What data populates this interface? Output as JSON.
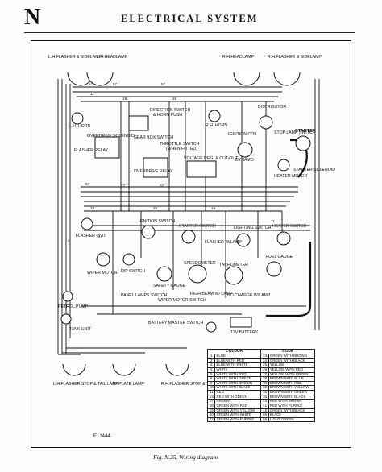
{
  "page": {
    "section_letter": "N",
    "header": "ELECTRICAL SYSTEM",
    "caption": "Fig. N.25.  Wiring diagram.",
    "drawing_ref": "E. 1444."
  },
  "components": {
    "lh_headlamp_group": "L.H.FLASHER & SIDELAMP",
    "lh_headlamp": "L.H.HEADLAMP",
    "rh_headlamp": "R.H.HEADLAMP",
    "rh_flasher_group": "R.H.FLASHER & SIDELAMP",
    "lh_horn": "L.H. HORN",
    "rh_horn": "R.H. HORN",
    "direction_switch": "DIRECTION SWITCH",
    "horn_push": "& HORN PUSH",
    "distributor": "DISTRIBUTOR",
    "ignition_coil": "IGNITION COIL",
    "stop_lamp_switch": "STOP LAMP SWITCH",
    "starter": "STARTER",
    "overdrive_solenoid": "OVERDRIVE SOLENOID",
    "gear_box_switch": "GEAR BOX SWITCH",
    "throttle_switch": "THROTTLE SWITCH",
    "when_fitted": "(WHEN FITTED)",
    "flasher_relay": "FLASHER RELAY",
    "dynamo": "DYNAMO",
    "heater_motor": "HEATER MOTOR",
    "starter_solenoid": "STARTER SOLENOID",
    "overdrive_relay": "OVERDRIVE RELAY",
    "voltage_reg": "VOLTAGE REG. & CUT-OUT",
    "flasher_unit": "FLASHER UNIT",
    "ignition_switch": "IGNITION SWITCH",
    "starter_switch": "STARTER SWITCH",
    "flasher_warning": "FLASHER W/LAMP",
    "lighting_switch": "LIGHTING SWITCH",
    "heater_switch": "HEATER SWITCH",
    "wiper_motor": "WIPER MOTOR",
    "dip_switch": "DIP SWITCH",
    "safety_gauge": "SAFETY GAUGE",
    "speedometer": "SPEEDOMETER",
    "tachometer": "TACHOMETER",
    "fuel_gauge": "FUEL GAUGE",
    "petrol_pump": "PETROL PUMP",
    "panel_lamps_switch": "PANEL LAMPS SWITCH",
    "wiper_motor_switch": "WIPER MOTOR SWITCH",
    "high_beam_lamp": "HIGH BEAM W/ LAMP",
    "no_charge_lamp": "NO CHARGE W/LAMP",
    "tank_unit": "TANK UNIT",
    "battery_master_switch": "BATTERY MASTER SWITCH",
    "battery": "12V BATTERY",
    "lh_rear": "L.H.FLASHER STOP & TAIL LAMP",
    "plate_lamp": "Nº PLATE LAMP",
    "rh_rear": "R.H.FLASHER STOP & TAIL LAMP"
  },
  "colour_code": {
    "title": "COLOUR",
    "title2": "CODE",
    "rows": [
      {
        "n1": "1",
        "c1": "BLUE",
        "n2": "23",
        "c2": "GREEN WITH BROWN"
      },
      {
        "n1": "2",
        "c1": "BLUE WITH RED",
        "n2": "24",
        "c2": "GREEN WITH BLACK"
      },
      {
        "n1": "3",
        "c1": "BLUE WITH WHITE",
        "n2": "25",
        "c2": "YELLOW"
      },
      {
        "n1": "4",
        "c1": "WHITE",
        "n2": "26",
        "c2": "YELLOW WITH RED"
      },
      {
        "n1": "5",
        "c1": "WHITE WITH RED",
        "n2": "27",
        "c2": "YELLOW WITH GREEN"
      },
      {
        "n1": "6",
        "c1": "WHITE WITH GREEN",
        "n2": "28",
        "c2": "BROWN WITH BLUE"
      },
      {
        "n1": "9",
        "c1": "WHITE WITH BROWN",
        "n2": "30",
        "c2": "BROWN WITH RED"
      },
      {
        "n1": "10",
        "c1": "WHITE WITH BLACK",
        "n2": "32",
        "c2": "BROWN WITH YELLOW"
      },
      {
        "n1": "11",
        "c1": "RED",
        "n2": "35",
        "c2": "BROWN WITH GREEN"
      },
      {
        "n1": "13",
        "c1": "RED WITH GREEN",
        "n2": "36",
        "c2": "BROWN WITH BLACK"
      },
      {
        "n1": "17",
        "c1": "GREEN",
        "n2": "40",
        "c2": "RED WITH BROWN"
      },
      {
        "n1": "18",
        "c1": "GREEN WITH RED",
        "n2": "41",
        "c2": "RED WITH PURPLE"
      },
      {
        "n1": "19",
        "c1": "GREEN WITH YELLOW",
        "n2": "46",
        "c2": "GREEN WITH BLACK"
      },
      {
        "n1": "20",
        "c1": "GREEN WITH WHITE",
        "n2": "50",
        "c2": "BLACK"
      },
      {
        "n1": "22",
        "c1": "GREEN WITH PURPLE",
        "n2": "55",
        "c2": "LIGHT GREEN"
      }
    ]
  }
}
